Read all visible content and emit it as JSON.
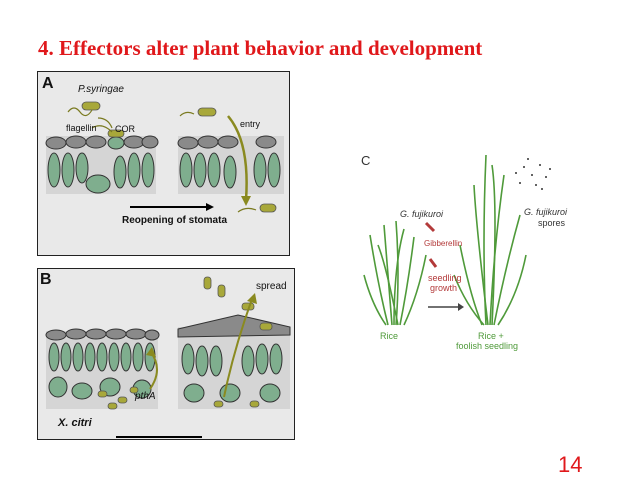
{
  "title": "4. Effectors alter plant behavior and development",
  "page_number": "14",
  "panel_a": {
    "letter": "A",
    "organism": "P.syringae",
    "label_flagellin": "flagellin",
    "label_cor": "COR",
    "label_entry": "entry",
    "caption": "Reopening of stomata"
  },
  "panel_b": {
    "letter": "B",
    "organism": "X. citri",
    "label_spread": "spread",
    "label_ptha": "pthA"
  },
  "panel_c": {
    "letter": "C",
    "fungus": "G. fujikuroi",
    "fungus_spores": "G. fujikuroi",
    "spores": "spores",
    "gibberellin": "Gibberellin",
    "seedling": "seedling",
    "growth": "growth",
    "rice": "Rice",
    "rice_plus": "Rice +",
    "foolish": "foolish seedling"
  },
  "colors": {
    "title": "#e0181b",
    "cell_fill": "#7fae8e",
    "bacteria": "#a8a83a",
    "grass": "#4f9a3a",
    "fungus_label": "#b33a3a"
  }
}
